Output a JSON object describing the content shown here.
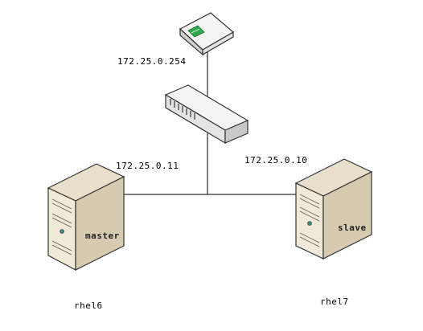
{
  "network": {
    "gateway_ip": "172.25.0.254",
    "master_ip": "172.25.0.11",
    "slave_ip": "172.25.0.10"
  },
  "servers": {
    "master": {
      "label": "master",
      "host": "rhel6"
    },
    "slave": {
      "label": "slave",
      "host": "rhel7"
    }
  },
  "colors": {
    "line": "#000000",
    "server_face": "#f2ead8",
    "server_side": "#d6cbb1",
    "server_top": "#e8e0cc",
    "router_led": "#2ea84a"
  }
}
